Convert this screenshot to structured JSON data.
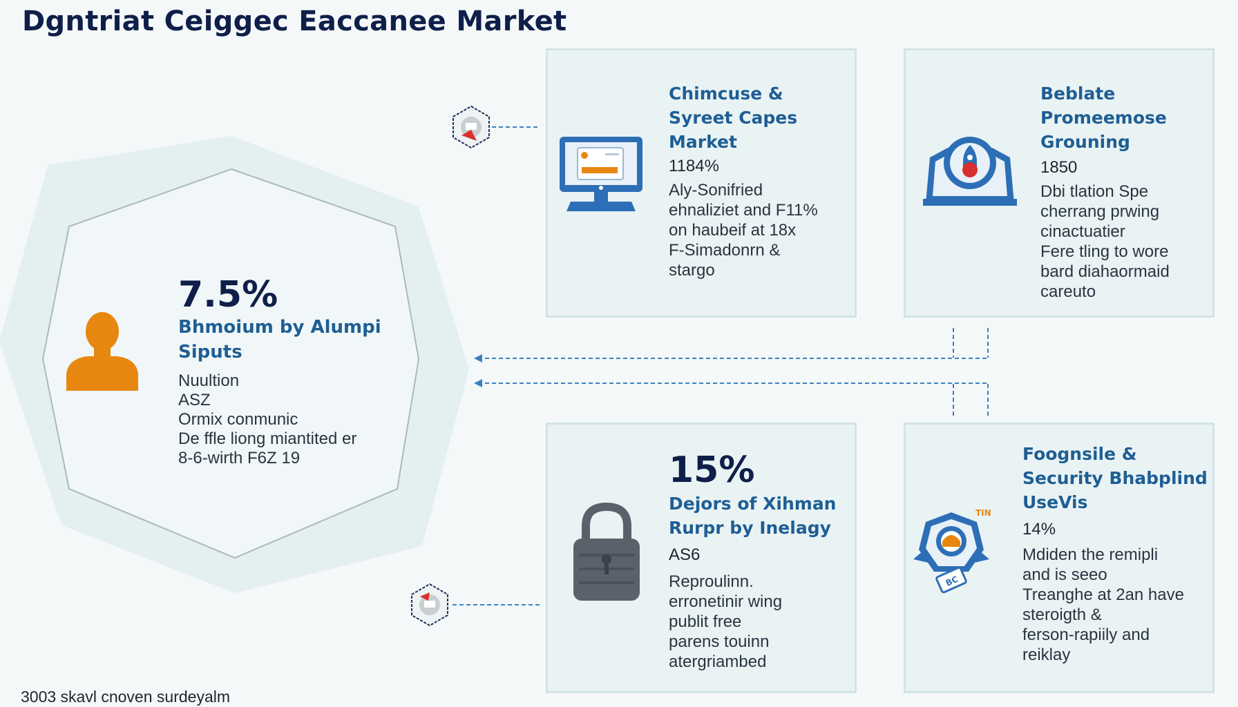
{
  "title": "Dgntriat Ceiggec Eaccanee Market",
  "footer": "3003 skavl cnoven surdeyalm",
  "center": {
    "stat": "7.5%",
    "heading": "Bhmoium by Alumpi\nSiputs",
    "body": "Nuultion\nASZ\nOrmix conmunic\nDe ffle liong miantited er\n8-6-wirth F6Z 19",
    "icon": "person-icon"
  },
  "cards": [
    {
      "heading": "Chimcuse &\nSyreet Capes\nMarket",
      "stat": "1184%",
      "body": "Aly-Sonifried\nehnaliziet and F11%\non haubeif at 18x\nF-Simadonrn &\nstargo",
      "icon": "computer-monitor-icon"
    },
    {
      "heading": "Beblate\nPromeemose\nGrouning",
      "stat": "1850",
      "body": "Dbi tlation Spe\ncherrang prwing\ncinactuatier\nFere tling to wore\nbard diahaormaid\ncareuto",
      "icon": "rocket-shield-icon"
    },
    {
      "stat": "15%",
      "heading": "Dejors of Xihman\nRurpr by Inelagy",
      "sub": "AS6",
      "body": "Reproulinn.\nerronetinir wing\npublit free\nparens touinn\natergriambed",
      "icon": "padlock-icon"
    },
    {
      "heading": "Foognsile &\nSecurity Bhabplind\nUseVis",
      "stat": "14%",
      "body": "Mdiden the remipli\nand is seeo\nTreanghe at 2an have\nsteroigth &\nferson-rapiily and\nreiklay",
      "icon": "security-badge-icon",
      "badge_text": "TIN",
      "tag_text": "BC"
    }
  ],
  "colors": {
    "title": "#0f1f4a",
    "heading": "#1e5e94",
    "accent_orange": "#e8870f",
    "accent_blue": "#2d6fb6",
    "card_bg": "#eaf3f4"
  }
}
